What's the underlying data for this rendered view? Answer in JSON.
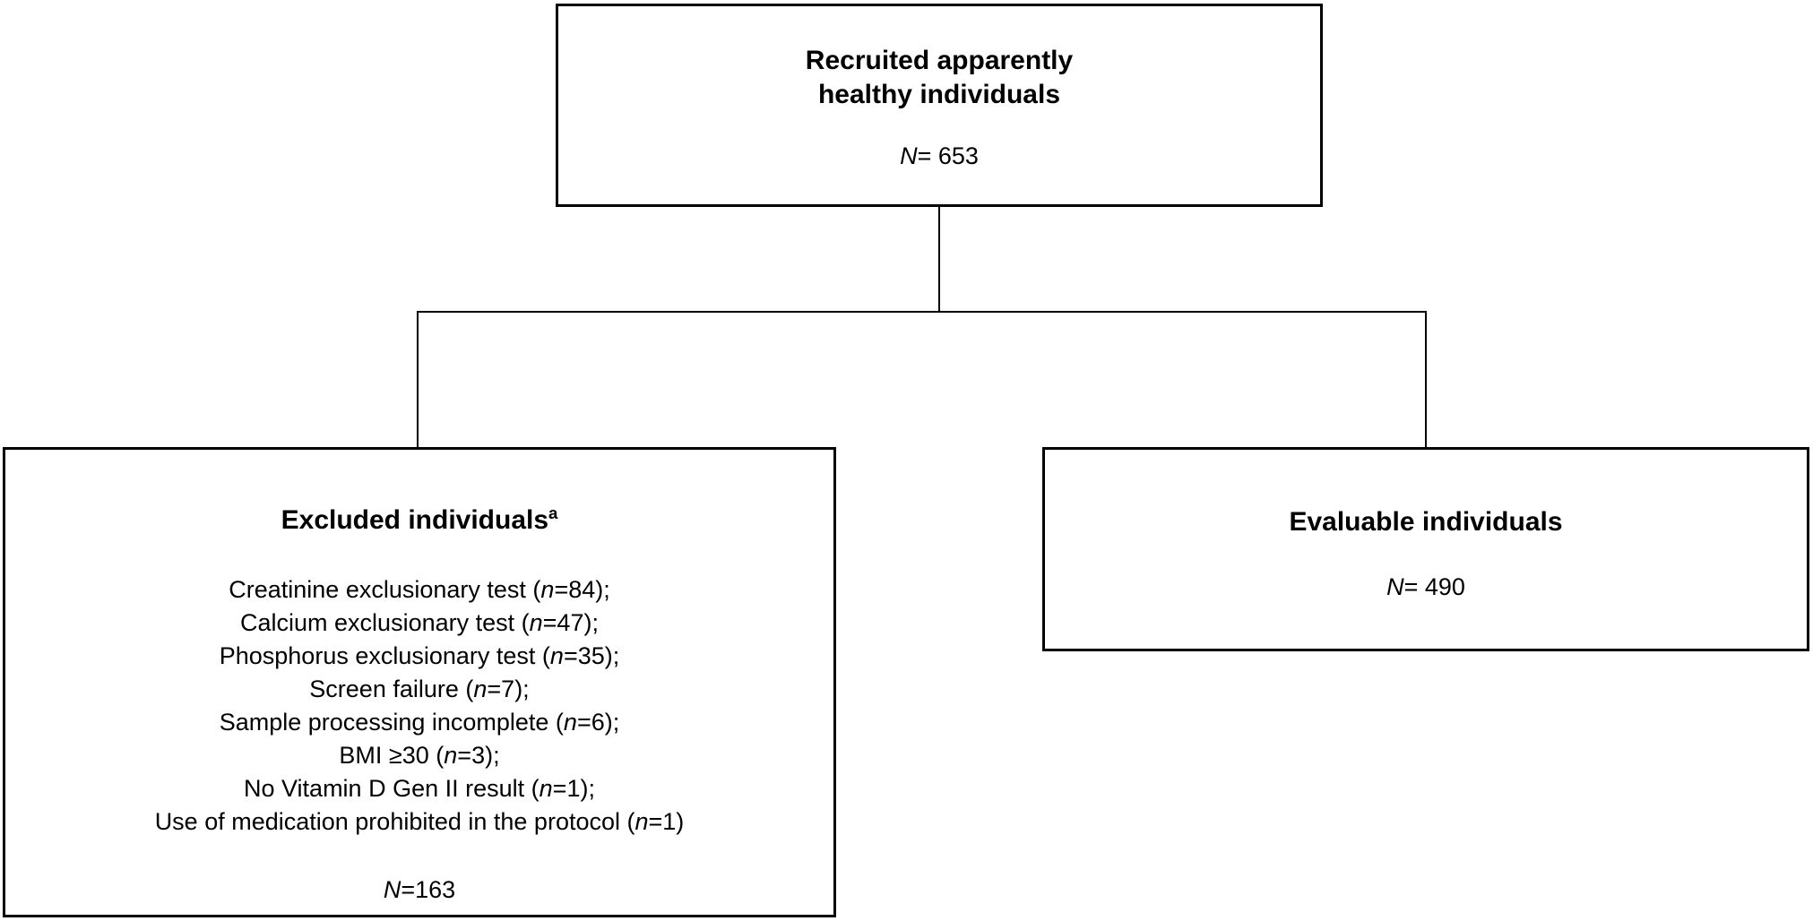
{
  "diagram": {
    "background_color": "#ffffff",
    "line_color": "#000000",
    "recruited_box": {
      "title_line1": "Recruited apparently",
      "title_line2": "healthy individuals",
      "n_label": "N",
      "n_value": "= 653"
    },
    "excluded_box": {
      "title": "Excluded individuals",
      "footnote_marker": "a",
      "items": [
        {
          "pre": "Creatinine exclusionary test (",
          "n": "n",
          "post": "=84);"
        },
        {
          "pre": "Calcium exclusionary test (",
          "n": "n",
          "post": "=47);"
        },
        {
          "pre": "Phosphorus exclusionary test (",
          "n": "n",
          "post": "=35);"
        },
        {
          "pre": "Screen failure (",
          "n": "n",
          "post": "=7);"
        },
        {
          "pre": "Sample processing incomplete (",
          "n": "n",
          "post": "=6);"
        },
        {
          "pre": "BMI ≥30 (",
          "n": "n",
          "post": "=3);"
        },
        {
          "pre": "No Vitamin D Gen II result (",
          "n": "n",
          "post": "=1);"
        },
        {
          "pre": "Use of medication prohibited in the protocol (",
          "n": "n",
          "post": "=1)"
        }
      ],
      "n_label": "N",
      "n_value": "=163"
    },
    "evaluable_box": {
      "title": "Evaluable individuals",
      "n_label": "N",
      "n_value": "= 490"
    }
  }
}
